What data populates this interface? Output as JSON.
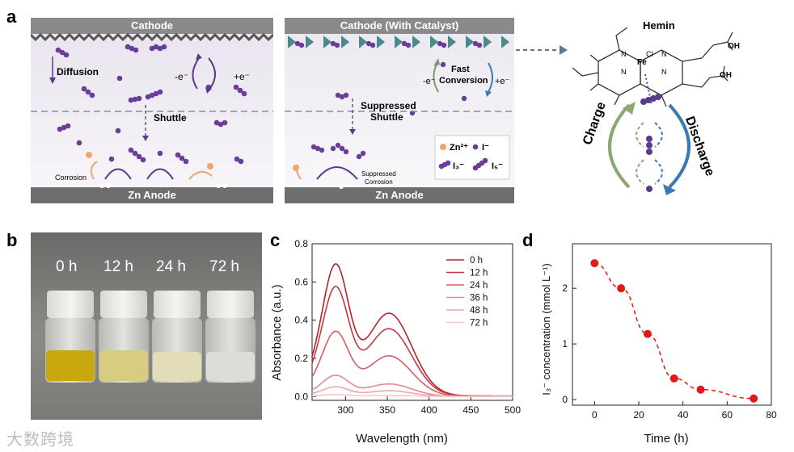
{
  "panels": {
    "a": {
      "letter": "a",
      "left": {
        "cathode": "Cathode",
        "anode": "Zn Anode",
        "diffusion": "Diffusion",
        "shuttle": "Shuttle",
        "e_minus": "-e⁻",
        "e_plus": "+e⁻",
        "corrosion": "Corrosion"
      },
      "middle": {
        "cathode": "Cathode (With Catalyst)",
        "anode": "Zn Anode",
        "fast_conversion_line1": "Fast",
        "fast_conversion_line2": "Conversion",
        "e_minus": "-e⁻",
        "e_plus": "+e⁻",
        "suppressed_shuttle_line1": "Suppressed",
        "suppressed_shuttle_line2": "Shuttle",
        "suppressed_corrosion_line1": "Suppressed",
        "suppressed_corrosion_line2": "Corrosion",
        "legend": {
          "zn": "Zn²⁺",
          "i_minus": "I⁻",
          "i3": "I₃⁻",
          "i5": "I₅⁻"
        }
      },
      "right": {
        "hemin": "Hemin",
        "oh_top": "OH",
        "oh_bottom": "OH",
        "cl": "Cl",
        "fe": "Fe",
        "n": "N",
        "charge": "Charge",
        "discharge": "Discharge"
      }
    },
    "b": {
      "letter": "b",
      "labels": [
        "0 h",
        "12 h",
        "24 h",
        "72 h"
      ]
    },
    "c": {
      "letter": "c"
    },
    "d": {
      "letter": "d"
    }
  },
  "chart_data": [
    {
      "type": "line",
      "panel": "c",
      "xlabel": "Wavelength (nm)",
      "ylabel": "Absorbance (a.u.)",
      "xlim": [
        260,
        500
      ],
      "ylim": [
        -0.02,
        0.8
      ],
      "xticks": [
        300,
        350,
        400,
        450,
        500
      ],
      "yticks": [
        0.0,
        0.2,
        0.4,
        0.6,
        0.8
      ],
      "legend_position": "top-right",
      "series": [
        {
          "name": "0 h",
          "color": "#b5232a",
          "peak1": 0.65,
          "peak2": 0.43
        },
        {
          "name": "12 h",
          "color": "#c4383f",
          "peak1": 0.54,
          "peak2": 0.35
        },
        {
          "name": "24 h",
          "color": "#d45e63",
          "peak1": 0.32,
          "peak2": 0.21
        },
        {
          "name": "36 h",
          "color": "#e4898c",
          "peak1": 0.105,
          "peak2": 0.065
        },
        {
          "name": "48 h",
          "color": "#eba7a9",
          "peak1": 0.048,
          "peak2": 0.03
        },
        {
          "name": "72 h",
          "color": "#f3c9ca",
          "peak1": 0.01,
          "peak2": 0.006
        }
      ]
    },
    {
      "type": "scatter",
      "panel": "d",
      "xlabel": "Time (h)",
      "ylabel": "I₃⁻ concentration (mmol L⁻¹)",
      "xlim": [
        -10,
        80
      ],
      "ylim": [
        -0.1,
        2.8
      ],
      "xticks": [
        0,
        20,
        40,
        60,
        80
      ],
      "yticks": [
        0,
        1,
        2
      ],
      "x": [
        0,
        12,
        24,
        36,
        48,
        72
      ],
      "y": [
        2.45,
        2.0,
        1.18,
        0.38,
        0.18,
        0.02
      ],
      "color": "#e01919"
    }
  ],
  "watermark": "大数跨境"
}
